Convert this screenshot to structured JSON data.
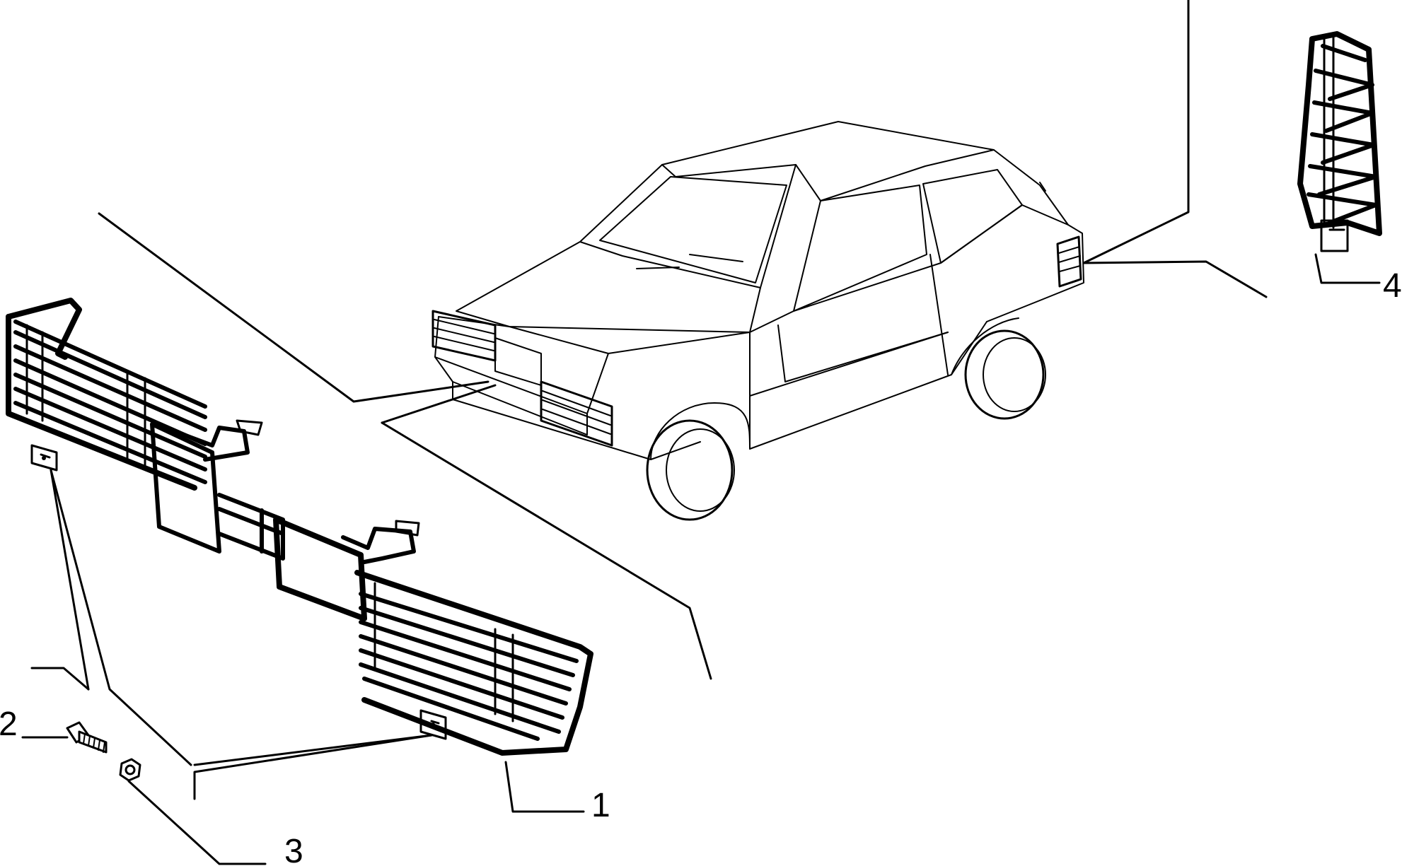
{
  "parts": {
    "bumper_grille": {
      "label": "1",
      "icon": "front-bumper-grille-guard"
    },
    "bolt": {
      "label": "2",
      "icon": "bolt-icon"
    },
    "nut": {
      "label": "3",
      "icon": "nut-icon"
    },
    "rear_light_guard": {
      "label": "4",
      "icon": "rear-light-guard"
    }
  },
  "vehicle": {
    "icon": "hatchback-car-3door"
  },
  "colors": {
    "line": "#000000",
    "background": "#ffffff"
  }
}
